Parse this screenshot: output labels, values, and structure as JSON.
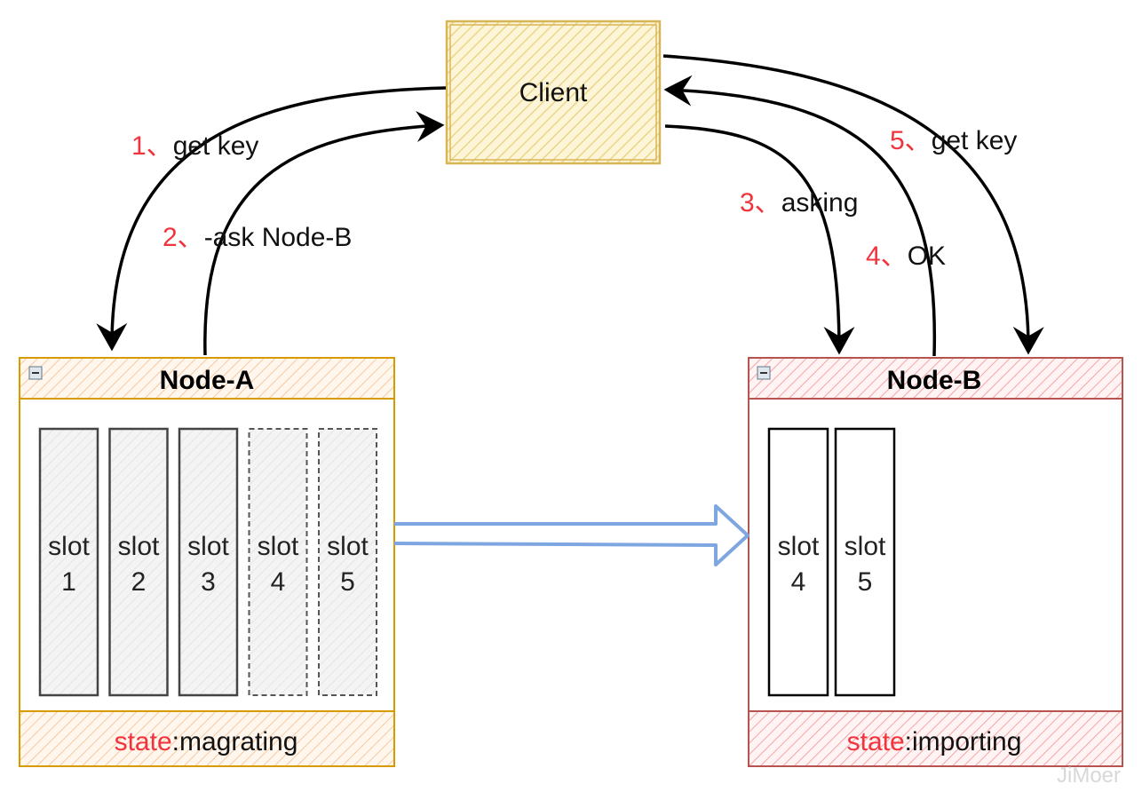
{
  "client": {
    "label": "Client"
  },
  "node_a": {
    "title": "Node-A",
    "state_key": "state",
    "state_value": ":magrating",
    "slots": [
      {
        "word": "slot",
        "num": "1",
        "style": "solid"
      },
      {
        "word": "slot",
        "num": "2",
        "style": "solid"
      },
      {
        "word": "slot",
        "num": "3",
        "style": "solid"
      },
      {
        "word": "slot",
        "num": "4",
        "style": "dashed"
      },
      {
        "word": "slot",
        "num": "5",
        "style": "dashed"
      }
    ]
  },
  "node_b": {
    "title": "Node-B",
    "state_key": "state",
    "state_value": ":importing",
    "slots": [
      {
        "word": "slot",
        "num": "4",
        "style": "solid"
      },
      {
        "word": "slot",
        "num": "5",
        "style": "solid"
      }
    ]
  },
  "steps": [
    {
      "num": "1、",
      "text": "get key"
    },
    {
      "num": "2、",
      "text": "-ask Node-B"
    },
    {
      "num": "3、",
      "text": "asking"
    },
    {
      "num": "4、",
      "text": "OK"
    },
    {
      "num": "5、",
      "text": "get key"
    }
  ],
  "watermark": "JiMoer",
  "colors": {
    "client_fill": "#fdefc0",
    "client_border": "#d6b656",
    "node_a_border": "#d79b00",
    "node_a_hatch": "#f6c9a0",
    "node_b_border": "#b85450",
    "node_b_hatch": "#f2a6a6",
    "migration_arrow": "#7ea6e0",
    "step_number": "#f0333c"
  }
}
